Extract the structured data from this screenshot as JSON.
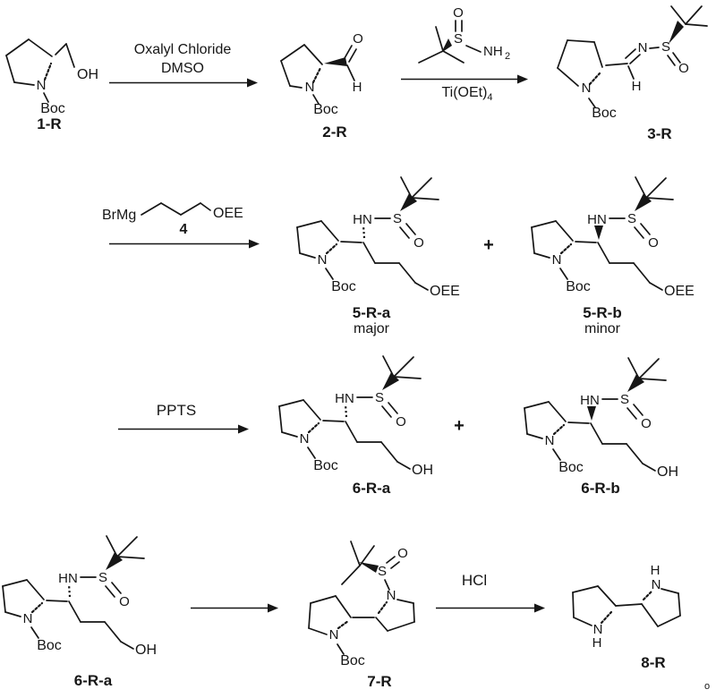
{
  "atoms": {
    "N": "N",
    "O": "O",
    "S": "S",
    "H": "H",
    "OH": "OH",
    "HN": "HN",
    "NH": "NH",
    "nh_sub": "2",
    "Boc": "Boc",
    "OEE": "OEE",
    "BrMg": "BrMg"
  },
  "reagents": {
    "oxalyl_chloride": "Oxalyl Chloride",
    "dmso": "DMSO",
    "ti_oet": "Ti(OEt)",
    "ti_oet_sub": "4",
    "ppts": "PPTS",
    "hcl": "HCl"
  },
  "compounds": {
    "c1": {
      "label": "1-R"
    },
    "c2": {
      "label": "2-R"
    },
    "c3": {
      "label": "3-R"
    },
    "c4": {
      "label": "4"
    },
    "c5a": {
      "label": "5-R-a",
      "note": "major"
    },
    "c5b": {
      "label": "5-R-b",
      "note": "minor"
    },
    "c6a": {
      "label": "6-R-a"
    },
    "c6b": {
      "label": "6-R-b"
    },
    "c6a_repeat": {
      "label": "6-R-a"
    },
    "c7": {
      "label": "7-R"
    },
    "c8": {
      "label": "8-R"
    }
  },
  "operators": {
    "plus": "+"
  },
  "misc": {
    "corner_mark": "o"
  },
  "colors": {
    "ink": "#161616",
    "background": "#ffffff"
  }
}
